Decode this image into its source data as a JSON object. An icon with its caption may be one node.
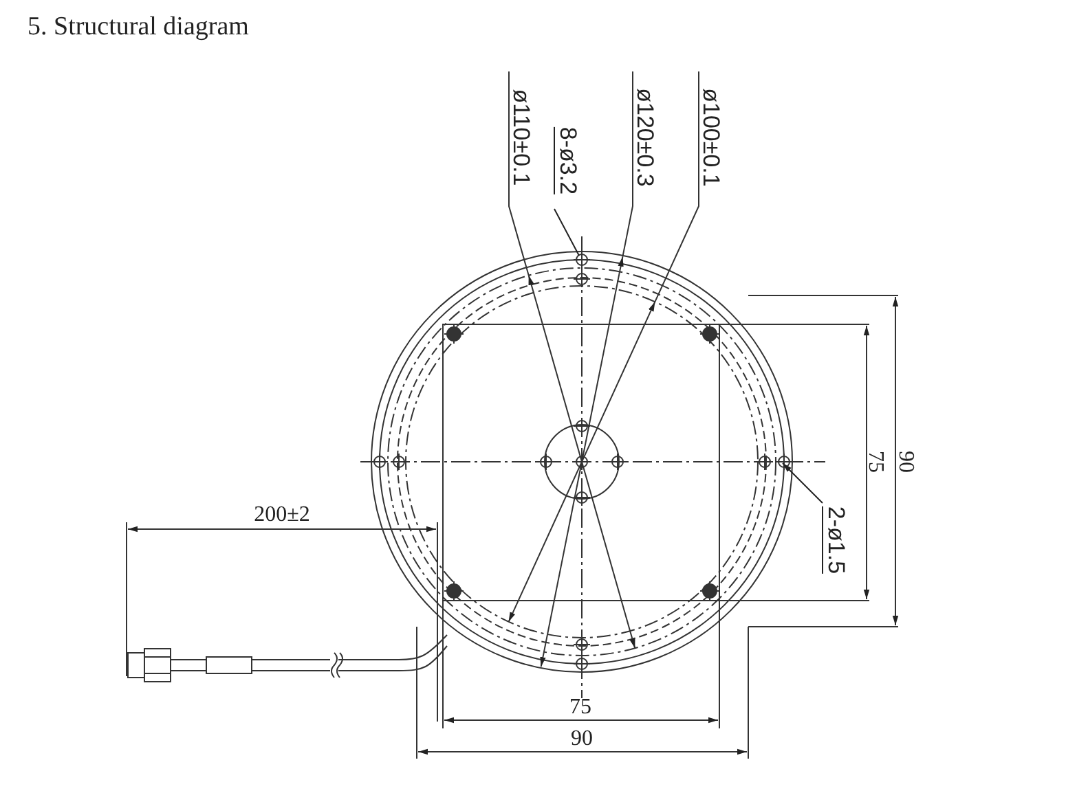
{
  "diagram": {
    "title": "5. Structural diagram",
    "nodes": [
      {
        "text": [
          "8-ø3.2"
        ]
      },
      {
        "text": [
          "2-ø1.5"
        ]
      }
    ],
    "edges": [
      {
        "from": 0,
        "to": null,
        "arrow": "none"
      },
      {
        "from": 1,
        "to": null,
        "arrow": "to"
      }
    ],
    "labels": [
      "ø110±0.1",
      "ø120±0.3",
      "ø100±0.1",
      "75",
      "90",
      "200±2",
      "75",
      "90"
    ]
  }
}
